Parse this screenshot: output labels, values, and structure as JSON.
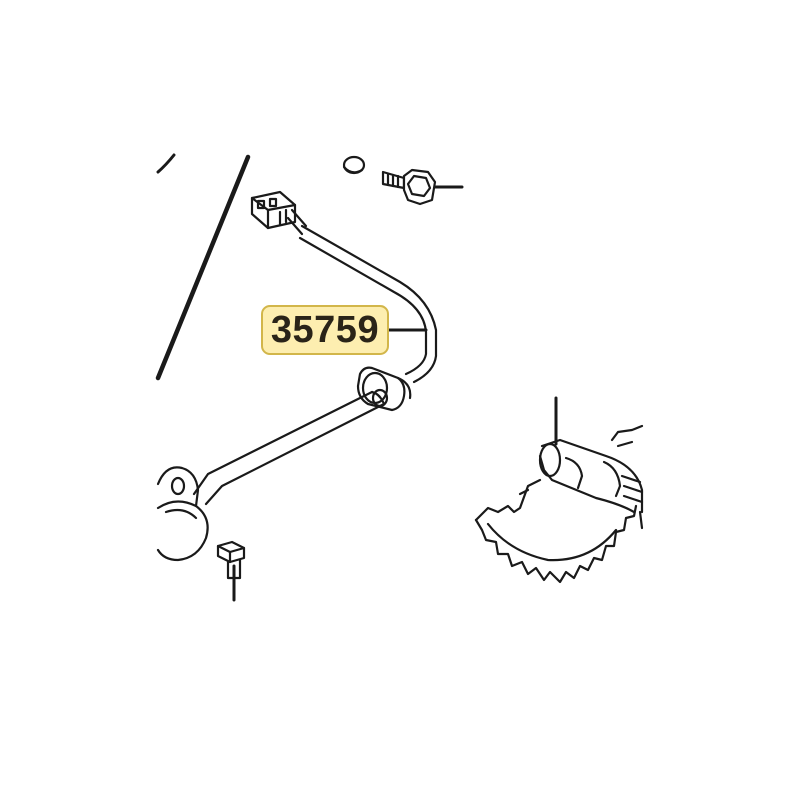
{
  "colors": {
    "background": "#ffffff",
    "line": "#1a1a1a",
    "label_fill": "#fdeeb0",
    "label_border": "#d2b64a",
    "label_text": "#2a2418"
  },
  "diagram": {
    "callout": {
      "part_number": "35759"
    },
    "parts": [
      "wiring-connector",
      "sensor-cable",
      "grommet",
      "sensor-rod",
      "mounting-bracket",
      "bolt-top",
      "washer",
      "bolt-bottom",
      "kick-starter-gear",
      "frame-edge"
    ]
  }
}
